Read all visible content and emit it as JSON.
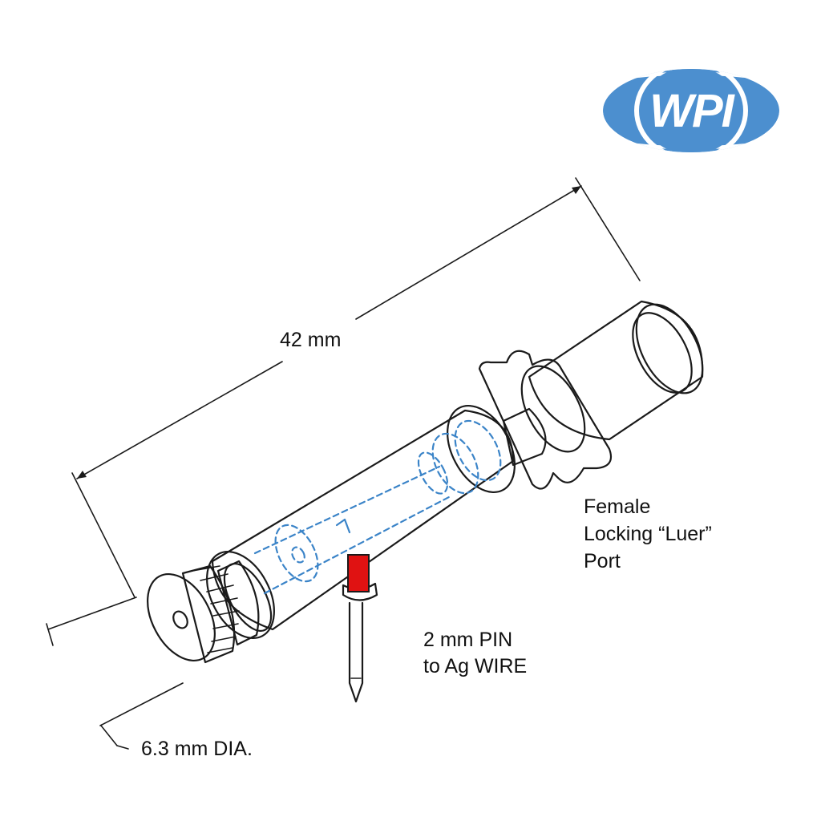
{
  "logo": {
    "text": "WPI",
    "color": "#4c8fcf",
    "accent": "#ffffff"
  },
  "labels": {
    "length": "42 mm",
    "port": [
      "Female",
      "Locking “Luer”",
      "Port"
    ],
    "pin": [
      "2 mm PIN",
      "to Ag WIRE"
    ],
    "diameter": "6.3 mm DIA."
  },
  "colors": {
    "line": "#1a1a1a",
    "hidden": "#3b84c8",
    "pin_fill": "#e01212"
  }
}
